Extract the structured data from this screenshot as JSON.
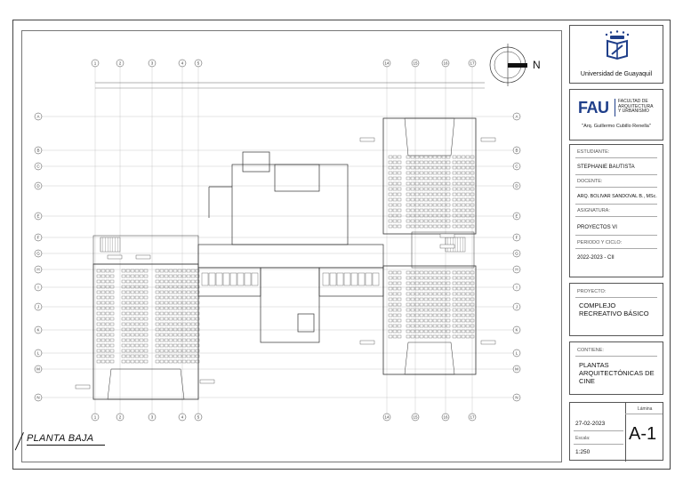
{
  "sheet": {
    "plan_title": "PLANTA BAJA",
    "north_label": "N",
    "grid_cols": [
      "1",
      "2",
      "3",
      "4",
      "5",
      "14",
      "15",
      "16",
      "17"
    ],
    "grid_rows": [
      "A",
      "B",
      "C",
      "D",
      "E",
      "F",
      "G",
      "H",
      "I",
      "J",
      "K",
      "L",
      "M",
      "N"
    ]
  },
  "title_block": {
    "university": "Universidad de Guayaquil",
    "faculty_short": "FAU",
    "faculty_line1": "FACULTAD DE",
    "faculty_line2": "ARQUITECTURA",
    "faculty_line3": "Y URBANISMO",
    "faculty_name": "\"Arq. Guillermo Cubillo Renella\"",
    "student_label": "ESTUDIANTE:",
    "student_value": "STEPHANIE BAUTISTA",
    "teacher_label": "DOCENTE:",
    "teacher_value": "ARQ. BOLIVAR SANDOVAL B., MSc.",
    "subject_label": "ASIGNATURA:",
    "subject_value": "PROYECTOS VI",
    "period_label": "PERIODO Y CICLO:",
    "period_value": "2022-2023 - CII",
    "project_label": "PROYECTO:",
    "project_line1": "COMPLEJO",
    "project_line2": "RECREATIVO BÁSICO",
    "contains_label": "CONTIENE:",
    "contains_line1": "PLANTAS",
    "contains_line2": "ARQUITECTÓNICAS DE",
    "contains_line3": "CINE",
    "sheet_label": "Lámina",
    "sheet_value": "A-1",
    "date_value": "27-02-2023",
    "scale_label": "Escala:",
    "scale_value": "1:250"
  },
  "colors": {
    "logo_blue": "#1f3f8a",
    "line": "#444444"
  },
  "icons": {
    "university_logo": "book-crest-icon",
    "north_arrow": "north-arrow-icon"
  }
}
